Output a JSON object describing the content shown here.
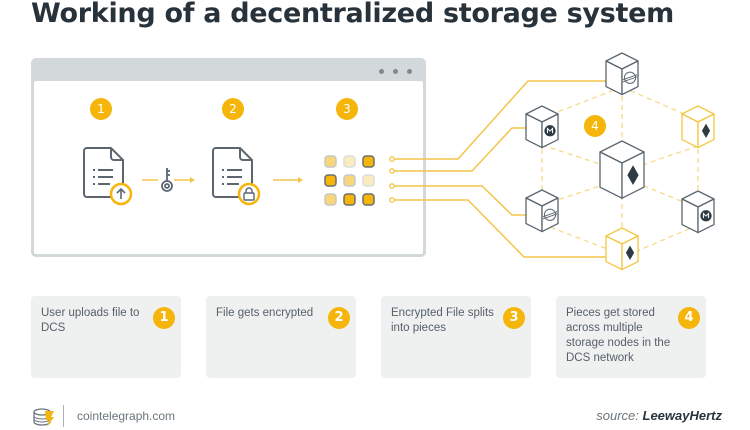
{
  "title": "Working of a decentralized storage system",
  "window": {
    "steps": [
      {
        "number": "1",
        "icon": "file-upload-icon"
      },
      {
        "number": "2",
        "icon": "file-lock-icon"
      },
      {
        "number": "3",
        "icon": "file-pieces-icon"
      }
    ],
    "key_icon": "key-icon"
  },
  "network": {
    "number": "4",
    "nodes": [
      {
        "name": "node-top",
        "symbol": "stellar",
        "style": "gray"
      },
      {
        "name": "node-upper-left",
        "symbol": "monero",
        "style": "gray"
      },
      {
        "name": "node-upper-right",
        "symbol": "ethereum",
        "style": "yellow"
      },
      {
        "name": "node-center",
        "symbol": "ethereum",
        "style": "gray"
      },
      {
        "name": "node-lower-left",
        "symbol": "stellar",
        "style": "gray"
      },
      {
        "name": "node-lower-right",
        "symbol": "monero",
        "style": "gray"
      },
      {
        "name": "node-bottom",
        "symbol": "ethereum",
        "style": "yellow"
      }
    ]
  },
  "cards": [
    {
      "number": "1",
      "text": "User uploads file to DCS"
    },
    {
      "number": "2",
      "text": "File gets encrypted"
    },
    {
      "number": "3",
      "text": "Encrypted File splits into pieces"
    },
    {
      "number": "4",
      "text": "Pieces get stored across multiple storage nodes in the DCS network"
    }
  ],
  "footer": {
    "site": "cointelegraph.com",
    "source_label": "source:",
    "source_name": "LeewayHertz"
  },
  "colors": {
    "accent": "#f5b50a",
    "line": "#f2c54a",
    "icon_gray": "#5b6670",
    "card_bg": "#eff1f1",
    "window_frame": "#d3d8da"
  }
}
